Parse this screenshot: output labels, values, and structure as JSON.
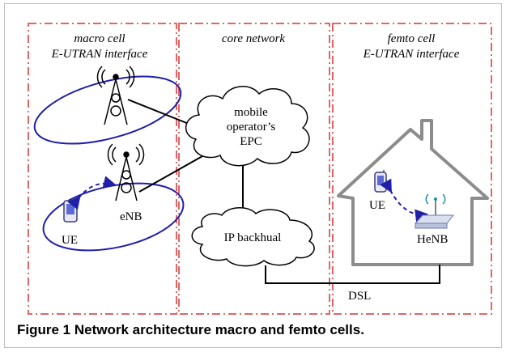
{
  "regions": {
    "macro": {
      "title_line1": "macro cell",
      "title_line2": "E-UTRAN interface"
    },
    "core": {
      "title": "core network"
    },
    "femto": {
      "title_line1": "femto cell",
      "title_line2": "E-UTRAN interface"
    }
  },
  "nodes": {
    "epc": {
      "line1": "mobile",
      "line2": "operator’s",
      "line3": "EPC"
    },
    "backhaul": {
      "label": "IP backhual"
    },
    "enb": {
      "label": "eNB"
    },
    "macro_ue": {
      "label": "UE"
    },
    "femto_ue": {
      "label": "UE"
    },
    "henb": {
      "label": "HeNB"
    },
    "dsl": {
      "label": "DSL"
    }
  },
  "caption": {
    "number": "Figure 1",
    "title": "Network architecture macro and femto cells."
  },
  "colors": {
    "region_border": "#e06666",
    "cell_ellipse": "#1f1fa8",
    "radio_link": "#1f1fa8",
    "house": "#8c8c8c"
  }
}
